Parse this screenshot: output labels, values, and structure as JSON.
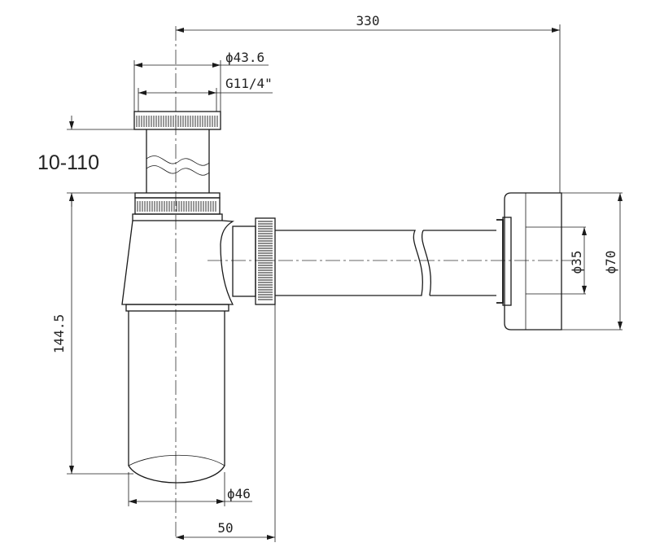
{
  "drawing": {
    "type": "technical-drawing",
    "subject": "bottle trap with wall outlet",
    "ink_color": "#1a1a1a",
    "background": "#ffffff"
  },
  "dimensions": {
    "overall_length": "330",
    "inlet_diameter": "ϕ43.6",
    "thread": "G11/4\"",
    "adjust_range": "10-110",
    "height": "144.5",
    "bottle_diameter": "ϕ46",
    "offset": "50",
    "outlet_diameter": "ϕ35",
    "rosette_diameter": "ϕ70"
  }
}
